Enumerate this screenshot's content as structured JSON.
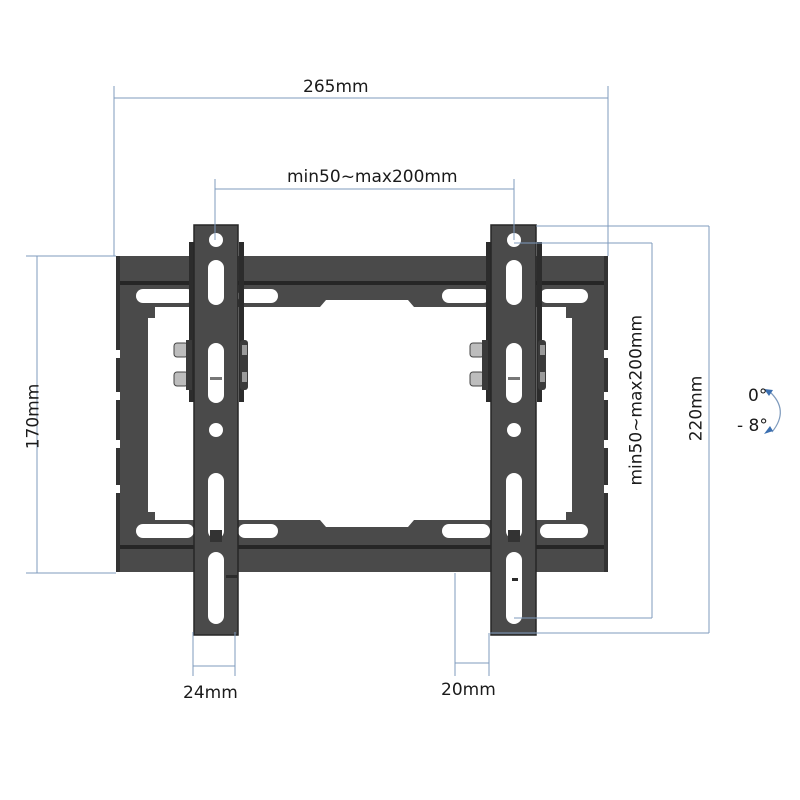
{
  "diagram": {
    "subject": "Tilting TV wall mount bracket",
    "colors": {
      "metal": "#4a4a4a",
      "metal_dark": "#2c2c2c",
      "dimension_line": "#7f9bbd",
      "text": "#1a1a1a",
      "background": "#ffffff",
      "tilt_arrow": "#3b6fb0"
    },
    "dimensions": {
      "overall_width": "265mm",
      "vesa_horizontal": "min50~max200mm",
      "wall_plate_height": "170mm",
      "vesa_vertical": "min50~max200mm",
      "arm_height": "220mm",
      "arm_width": "24mm",
      "wall_clearance": "20mm"
    },
    "tilt": {
      "upper": "0°",
      "lower": "- 8°"
    }
  }
}
